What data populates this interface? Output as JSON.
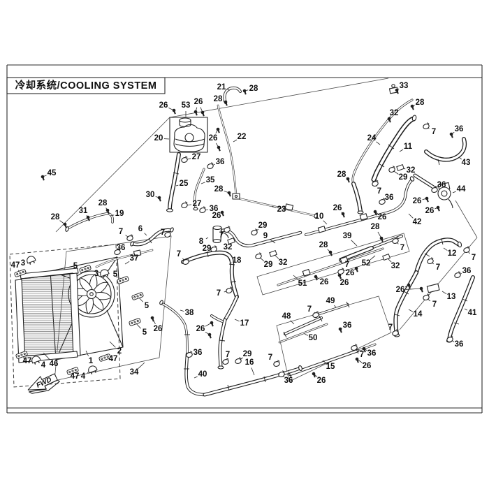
{
  "title": "冷却系统/COOLING SYSTEM",
  "fwd_label": "FWD",
  "colors": {
    "ink": "#1f1f1f",
    "paper": "#ffffff"
  },
  "callouts": [
    [
      "26",
      234,
      151,
      249,
      158,
      "bolt"
    ],
    [
      "53",
      266,
      151,
      266,
      167,
      ""
    ],
    [
      "26",
      284,
      146,
      280,
      160,
      "bolt",
      290,
      161
    ],
    [
      "20",
      227,
      198,
      242,
      199,
      ""
    ],
    [
      "21",
      317,
      125,
      329,
      129,
      ""
    ],
    [
      "28",
      363,
      127,
      350,
      130,
      "bolt"
    ],
    [
      "28",
      312,
      142,
      323,
      146,
      "bolt"
    ],
    [
      "22",
      346,
      196,
      334,
      203,
      ""
    ],
    [
      "26",
      305,
      198,
      312,
      185,
      "bolt",
      313,
      211
    ],
    [
      "27",
      281,
      225,
      264,
      229,
      "clamp"
    ],
    [
      "36",
      315,
      232,
      301,
      238,
      "clamp"
    ],
    [
      "25",
      263,
      263,
      252,
      266,
      ""
    ],
    [
      "35",
      301,
      258,
      288,
      263,
      ""
    ],
    [
      "28",
      313,
      271,
      328,
      276,
      "bolt"
    ],
    [
      "27",
      282,
      292,
      264,
      294,
      "clamp"
    ],
    [
      "36",
      306,
      299,
      290,
      301,
      "clamp"
    ],
    [
      "23",
      403,
      300,
      389,
      295,
      ""
    ],
    [
      "30",
      215,
      279,
      228,
      283,
      "bolt"
    ],
    [
      "45",
      74,
      248,
      61,
      253,
      "bolt"
    ],
    [
      "28",
      147,
      291,
      154,
      301,
      "bolt"
    ],
    [
      "31",
      119,
      302,
      126,
      311,
      "bolt"
    ],
    [
      "19",
      171,
      306,
      158,
      309,
      ""
    ],
    [
      "28",
      79,
      311,
      93,
      321,
      "bolt"
    ],
    [
      "6",
      201,
      328,
      210,
      337,
      ""
    ],
    [
      "7",
      173,
      332,
      186,
      341,
      "clamp"
    ],
    [
      "7",
      233,
      333,
      240,
      336,
      "clamp"
    ],
    [
      "36",
      173,
      355,
      168,
      361,
      "clamp"
    ],
    [
      "37",
      192,
      370,
      179,
      378,
      ""
    ],
    [
      "47",
      22,
      380,
      29,
      391,
      "strip"
    ],
    [
      "3",
      33,
      377,
      44,
      371,
      "mount"
    ],
    [
      "5",
      108,
      381,
      122,
      385,
      "strip"
    ],
    [
      "3",
      138,
      392,
      149,
      390,
      "mount"
    ],
    [
      "5",
      165,
      393,
      176,
      401,
      "strip"
    ],
    [
      "5",
      210,
      438,
      197,
      424,
      "strip"
    ],
    [
      "5",
      207,
      476,
      193,
      461,
      "strip"
    ],
    [
      "26",
      226,
      471,
      218,
      455,
      "bolt"
    ],
    [
      "2",
      171,
      503,
      157,
      489,
      ""
    ],
    [
      "47",
      162,
      514,
      150,
      512,
      "strip"
    ],
    [
      "1",
      130,
      517,
      123,
      502,
      ""
    ],
    [
      "47",
      39,
      517,
      31,
      508,
      "strip"
    ],
    [
      "4",
      62,
      523,
      51,
      514,
      "mount"
    ],
    [
      "46",
      77,
      521,
      62,
      505,
      ""
    ],
    [
      "47",
      107,
      539,
      104,
      531,
      "strip"
    ],
    [
      "4",
      119,
      539,
      132,
      528,
      "mount"
    ],
    [
      "34",
      192,
      533,
      207,
      519,
      ""
    ],
    [
      "8",
      288,
      346,
      298,
      340,
      ""
    ],
    [
      "29",
      296,
      356,
      306,
      357,
      "clamp"
    ],
    [
      "32",
      326,
      354,
      331,
      345,
      "sleeve"
    ],
    [
      "7",
      317,
      337,
      325,
      329,
      "clamp"
    ],
    [
      "26",
      310,
      309,
      318,
      304,
      "bolt"
    ],
    [
      "7",
      256,
      364,
      266,
      375,
      "clamp"
    ],
    [
      "18",
      339,
      373,
      329,
      377,
      ""
    ],
    [
      "7",
      313,
      420,
      328,
      416,
      "clamp"
    ],
    [
      "29",
      376,
      323,
      364,
      333,
      "clamp"
    ],
    [
      "9",
      380,
      338,
      394,
      348,
      ""
    ],
    [
      "29",
      384,
      379,
      370,
      367,
      "clamp"
    ],
    [
      "32",
      405,
      376,
      391,
      363,
      "sleeve"
    ],
    [
      "10",
      457,
      310,
      468,
      321,
      ""
    ],
    [
      "28",
      463,
      351,
      473,
      361,
      "bolt"
    ],
    [
      "51",
      433,
      406,
      420,
      394,
      ""
    ],
    [
      "26",
      464,
      404,
      452,
      396,
      "bolt"
    ],
    [
      "26",
      493,
      405,
      486,
      394,
      "bolt"
    ],
    [
      "7",
      497,
      379,
      488,
      389,
      "clamp"
    ],
    [
      "26",
      501,
      391,
      510,
      384,
      "bolt"
    ],
    [
      "39",
      497,
      338,
      511,
      352,
      ""
    ],
    [
      "28",
      537,
      325,
      546,
      341,
      "bolt"
    ],
    [
      "52",
      524,
      377,
      537,
      366,
      ""
    ],
    [
      "32",
      566,
      381,
      553,
      368,
      "sleeve"
    ],
    [
      "7",
      576,
      355,
      566,
      345,
      "clamp"
    ],
    [
      "26",
      547,
      311,
      537,
      303,
      "bolt"
    ],
    [
      "26",
      483,
      298,
      491,
      306,
      "bolt"
    ],
    [
      "36",
      557,
      283,
      547,
      289,
      "clamp"
    ],
    [
      "42",
      597,
      318,
      585,
      306,
      ""
    ],
    [
      "26",
      615,
      302,
      627,
      297,
      "bolt"
    ],
    [
      "26",
      597,
      288,
      611,
      284,
      "bolt"
    ],
    [
      "36",
      632,
      265,
      622,
      272,
      "clamp"
    ],
    [
      "44",
      660,
      271,
      648,
      276,
      ""
    ],
    [
      "33",
      578,
      123,
      568,
      129,
      "bolt"
    ],
    [
      "28",
      601,
      147,
      590,
      152,
      "bolt"
    ],
    [
      "32",
      564,
      162,
      557,
      170,
      "bolt"
    ],
    [
      "7",
      621,
      189,
      610,
      181,
      "clamp"
    ],
    [
      "24",
      532,
      198,
      544,
      207,
      ""
    ],
    [
      "11",
      584,
      210,
      572,
      217,
      ""
    ],
    [
      "36",
      657,
      185,
      646,
      192,
      "bolt"
    ],
    [
      "43",
      667,
      233,
      657,
      225,
      ""
    ],
    [
      "32",
      588,
      244,
      573,
      240,
      "sleeve"
    ],
    [
      "29",
      577,
      254,
      561,
      243,
      "clamp"
    ],
    [
      "28",
      489,
      250,
      498,
      256,
      "bolt"
    ],
    [
      "7",
      543,
      274,
      537,
      263,
      "clamp"
    ],
    [
      "12",
      647,
      363,
      635,
      355,
      ""
    ],
    [
      "7",
      678,
      369,
      668,
      358,
      "clamp"
    ],
    [
      "7",
      627,
      383,
      616,
      374,
      "clamp"
    ],
    [
      "36",
      668,
      388,
      655,
      394,
      "clamp"
    ],
    [
      "26",
      573,
      415,
      585,
      408,
      "bolt",
      603,
      413
    ],
    [
      "13",
      646,
      425,
      633,
      417,
      ""
    ],
    [
      "7",
      622,
      436,
      610,
      426,
      "clamp"
    ],
    [
      "14",
      598,
      450,
      585,
      443,
      ""
    ],
    [
      "41",
      676,
      448,
      665,
      442,
      ""
    ],
    [
      "7",
      559,
      469,
      566,
      477,
      "clamp"
    ],
    [
      "36",
      657,
      493,
      644,
      486,
      "clamp"
    ],
    [
      "38",
      271,
      448,
      258,
      444,
      ""
    ],
    [
      "17",
      350,
      463,
      336,
      457,
      ""
    ],
    [
      "26",
      287,
      471,
      303,
      462,
      "bolt",
      300,
      479
    ],
    [
      "36",
      283,
      505,
      271,
      508,
      "clamp"
    ],
    [
      "7",
      326,
      508,
      323,
      518,
      "clamp"
    ],
    [
      "29",
      354,
      507,
      341,
      517,
      "clamp"
    ],
    [
      "16",
      357,
      519,
      364,
      537,
      ""
    ],
    [
      "40",
      290,
      536,
      278,
      541,
      ""
    ],
    [
      "7",
      387,
      512,
      396,
      521,
      "clamp"
    ],
    [
      "36",
      413,
      545,
      403,
      536,
      "clamp"
    ],
    [
      "26",
      460,
      545,
      449,
      535,
      "bolt"
    ],
    [
      "15",
      473,
      525,
      462,
      516,
      ""
    ],
    [
      "26",
      525,
      524,
      511,
      514,
      "bolt"
    ],
    [
      "7",
      518,
      508,
      507,
      498,
      "clamp"
    ],
    [
      "36",
      532,
      506,
      521,
      499,
      "bolt"
    ],
    [
      "48",
      410,
      453,
      421,
      464,
      ""
    ],
    [
      "50",
      448,
      484,
      436,
      478,
      ""
    ],
    [
      "7",
      443,
      443,
      452,
      451,
      "clamp"
    ],
    [
      "49",
      473,
      431,
      481,
      440,
      ""
    ],
    [
      "36",
      497,
      466,
      487,
      471,
      "bolt"
    ]
  ]
}
